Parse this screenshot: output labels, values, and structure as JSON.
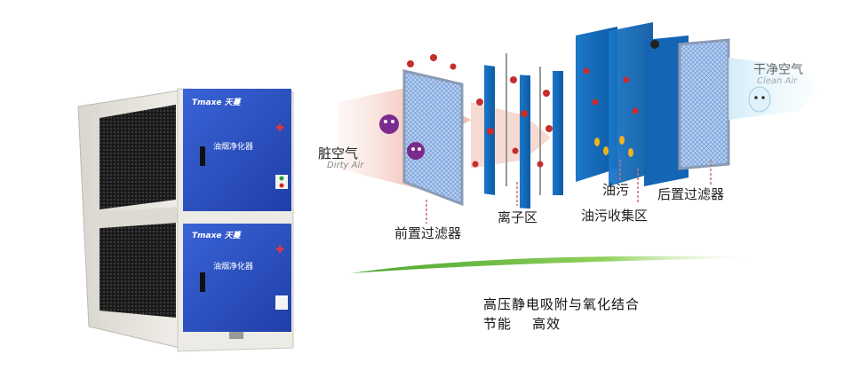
{
  "machine": {
    "brand_upper": "Tmaxe 天蔓",
    "brand_lower": "Tmaxe 天蔓",
    "title_upper": "油烟净化器",
    "title_lower": "油烟净化器"
  },
  "diagram": {
    "labels": {
      "dirty_air_cn": "脏空气",
      "dirty_air_en": "Dirty Air",
      "clean_air_cn": "干净空气",
      "clean_air_en": "Clean Air",
      "pre_filter": "前置过滤器",
      "ion_zone": "离子区",
      "oil": "油污",
      "oil_collection": "油污收集区",
      "post_filter": "后置过滤器"
    },
    "caption_line1": "高压静电吸附与氧化结合",
    "caption_line2": "节能    高效"
  },
  "colors": {
    "panel_blue": "#2f55c8",
    "cabinet": "#e9e7e0",
    "mesh": "#8aaee0",
    "accent_green": "#7ac143"
  }
}
